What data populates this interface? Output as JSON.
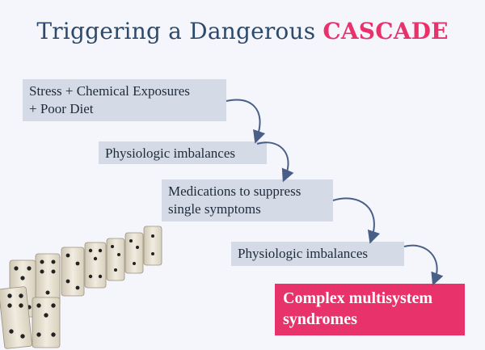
{
  "title": {
    "prefix": "Triggering a Dangerous ",
    "accent": "CASCADE"
  },
  "steps": [
    {
      "label": "Stress + Chemical Exposures\n+ Poor Diet"
    },
    {
      "label": "Physiologic imbalances"
    },
    {
      "label": "Medications to suppress\nsingle symptoms"
    },
    {
      "label": "Physiologic imbalances"
    },
    {
      "label": "Complex multisystem\nsyndromes"
    }
  ],
  "colors": {
    "title": "#2e4a6b",
    "accent": "#e8326c",
    "box": "#d4dbe6",
    "arrow": "#4a5f88"
  }
}
